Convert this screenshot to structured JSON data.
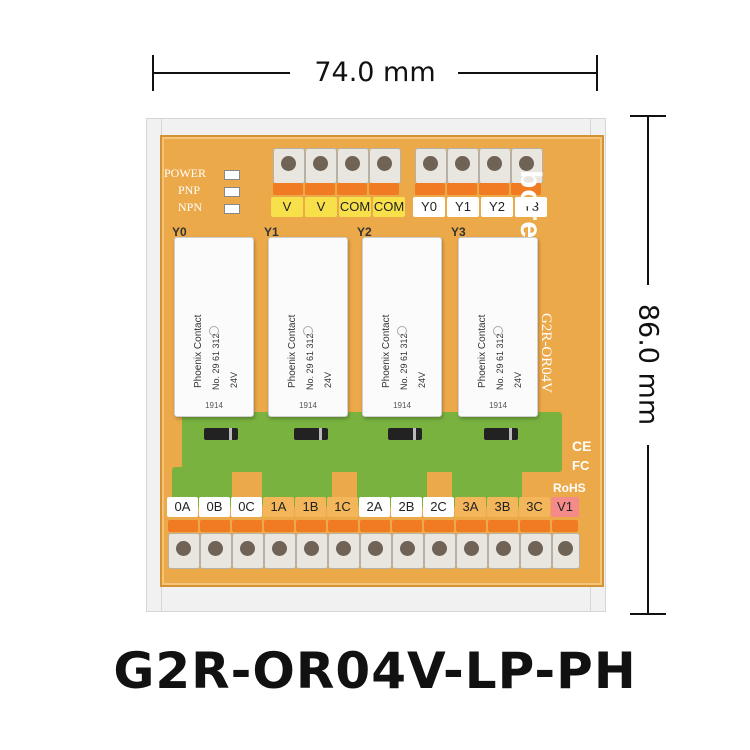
{
  "dimensions": {
    "width_label": "74.0 mm",
    "height_label": "86.0 mm"
  },
  "product": {
    "model": "G2R-OR04V-LP-PH",
    "brand": "bore",
    "board_model": "G2R-OR04V"
  },
  "indicators": [
    "POWER",
    "PNP",
    "NPN"
  ],
  "top_terminals": {
    "power": [
      "V",
      "V",
      "COM",
      "COM"
    ],
    "outputs": [
      "Y0",
      "Y1",
      "Y2",
      "Y3"
    ]
  },
  "relay_labels": [
    "Y0",
    "Y1",
    "Y2",
    "Y3"
  ],
  "relays": [
    {
      "maker": "Phoenix Contact",
      "part": "No. 29 61 312",
      "voltage": "24V",
      "date": "1914"
    },
    {
      "maker": "Phoenix Contact",
      "part": "No. 29 61 312",
      "voltage": "24V",
      "date": "1914"
    },
    {
      "maker": "Phoenix Contact",
      "part": "No. 29 61 312",
      "voltage": "24V",
      "date": "1914"
    },
    {
      "maker": "Phoenix Contact",
      "part": "No. 29 61 312",
      "voltage": "24V",
      "date": "1914"
    }
  ],
  "certifications": [
    "CE",
    "FC",
    "RoHS"
  ],
  "bottom_terminals": [
    "0A",
    "0B",
    "0C",
    "1A",
    "1B",
    "1C",
    "2A",
    "2B",
    "2C",
    "3A",
    "3B",
    "3C",
    "V1"
  ],
  "colors": {
    "board": "#eba94a",
    "trace": "#79b23f",
    "lever": "#f07b22",
    "pad_yellow": "#f7e04a",
    "pad_red": "#f48a8a"
  }
}
